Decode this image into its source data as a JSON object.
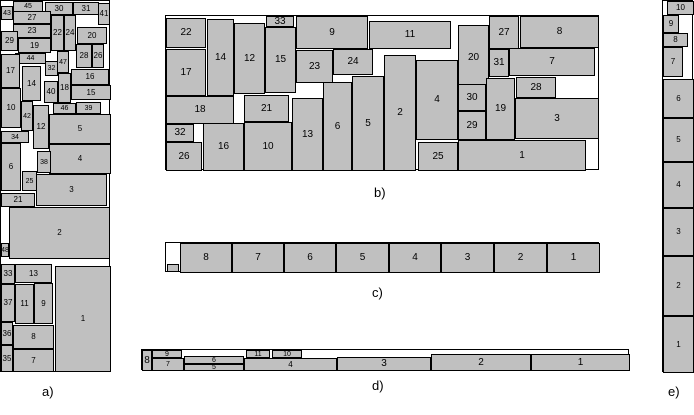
{
  "captions": {
    "a": "a)",
    "b": "b)",
    "c": "c)",
    "d": "d)",
    "e": "e)"
  },
  "panel_a": [
    "43",
    "45",
    "30",
    "31",
    "41",
    "27",
    "23",
    "22",
    "24",
    "20",
    "29",
    "19",
    "44",
    "47",
    "28",
    "26",
    "17",
    "32",
    "16",
    "14",
    "18",
    "40",
    "15",
    "10",
    "42",
    "46",
    "39",
    "12",
    "5",
    "34",
    "4",
    "38",
    "6",
    "25",
    "3",
    "21",
    "2",
    "48",
    "33",
    "13",
    "37",
    "11",
    "9",
    "1",
    "36",
    "8",
    "35",
    "7"
  ],
  "panel_b": [
    "22",
    "33",
    "9",
    "11",
    "27",
    "8",
    "17",
    "14",
    "12",
    "15",
    "20",
    "23",
    "24",
    "31",
    "7",
    "28",
    "4",
    "21",
    "30",
    "18",
    "19",
    "3",
    "32",
    "13",
    "6",
    "5",
    "2",
    "29",
    "26",
    "16",
    "10",
    "25",
    "1"
  ],
  "panel_c": [
    "8",
    "7",
    "6",
    "5",
    "4",
    "3",
    "2",
    "1"
  ],
  "panel_d": [
    "8",
    "9",
    "7",
    "6",
    "5",
    "11",
    "10",
    "4",
    "3",
    "2",
    "1"
  ],
  "panel_e": [
    "10",
    "9",
    "8",
    "7",
    "6",
    "5",
    "4",
    "3",
    "2",
    "1"
  ]
}
